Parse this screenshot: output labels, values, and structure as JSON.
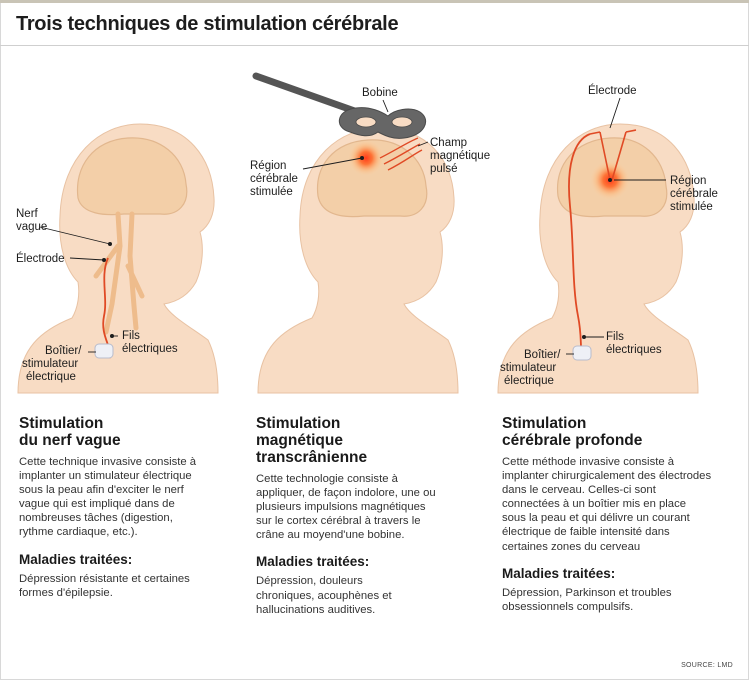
{
  "title": "Trois techniques de stimulation cérébrale",
  "colors": {
    "background": "#ffffff",
    "skin": "#f8dcc4",
    "brain": "#f3cfa8",
    "electrode": "#e04a25",
    "coil": "#666666"
  },
  "illustrations": {
    "vagus": {
      "labels": {
        "nerf_line1": "Nerf",
        "nerf_line2": "vague",
        "electrode": "Électrode",
        "fils_line1": "Fils",
        "fils_line2": "électriques",
        "boitier_line1": "Boîtier/",
        "boitier_line2": "stimulateur",
        "boitier_line3": "électrique"
      }
    },
    "tms": {
      "labels": {
        "bobine": "Bobine",
        "champ_line1": "Champ",
        "champ_line2": "magnétique",
        "champ_line3": "pulsé",
        "region_line1": "Région",
        "region_line2": "cérébrale",
        "region_line3": "stimulée"
      }
    },
    "dbs": {
      "labels": {
        "electrode": "Électrode",
        "region_line1": "Région",
        "region_line2": "cérébrale",
        "region_line3": "stimulée",
        "fils_line1": "Fils",
        "fils_line2": "électriques",
        "boitier_line1": "Boîtier/",
        "boitier_line2": "stimulateur",
        "boitier_line3": "électrique"
      }
    }
  },
  "columns": [
    {
      "heading_lines": [
        "Stimulation",
        "du nerf vague"
      ],
      "description": "Cette technique invasive consiste à implanter un stimulateur électrique sous la peau afin d'exciter le nerf vague qui est impliqué dans de nombreuses tâches (digestion, rythme cardiaque, etc.).",
      "diseases_title": "Maladies traitées:",
      "diseases": "Dépression résistante et certaines formes d'épilepsie."
    },
    {
      "heading_lines": [
        "Stimulation",
        "magnétique",
        "transcrânienne"
      ],
      "description": "Cette technologie consiste à appliquer, de façon indolore, une ou plusieurs impulsions magnétiques sur le cortex cérébral à travers le crâne au moyend'une bobine.",
      "diseases_title": "Maladies traitées:",
      "diseases": "Dépression, douleurs chroniques, acouphènes et hallucinations auditives."
    },
    {
      "heading_lines": [
        "Stimulation",
        "cérébrale profonde"
      ],
      "description": "Cette méthode invasive consiste à implanter chirurgicalement des électrodes dans le cerveau. Celles-ci sont connectées à un boîtier mis en place sous la peau et qui délivre un courant électrique de faible intensité dans certaines zones du cerveau",
      "diseases_title": "Maladies traitées:",
      "diseases": "Dépression, Parkinson et troubles obsessionnels compulsifs."
    }
  ],
  "source": "SOURCE: LMD"
}
